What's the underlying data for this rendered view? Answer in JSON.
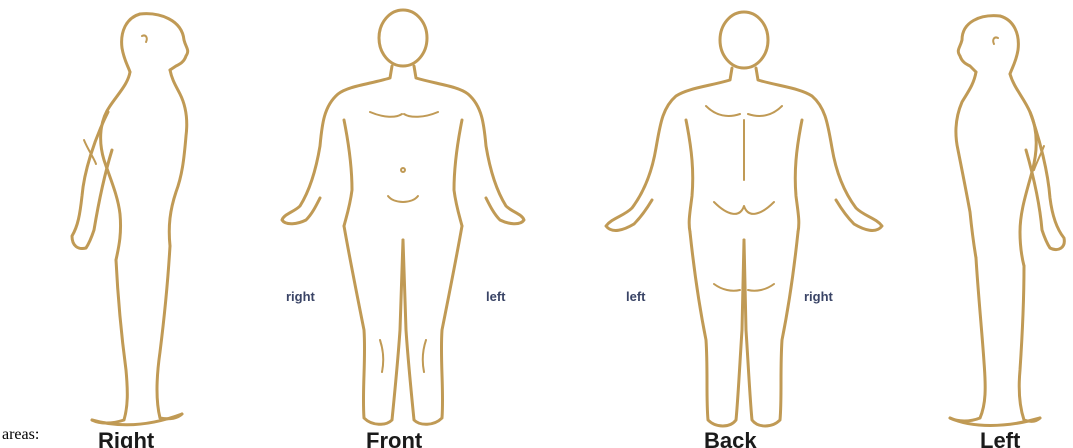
{
  "figures": {
    "right_view": {
      "label": "Right"
    },
    "front_view": {
      "label": "Front",
      "side_left_label": "right",
      "side_right_label": "left"
    },
    "back_view": {
      "label": "Back",
      "side_left_label": "left",
      "side_right_label": "right"
    },
    "left_view": {
      "label": "Left"
    }
  },
  "caption": "areas:",
  "colors": {
    "outline": "#c09a55",
    "label": "#1a1a1a",
    "side_label": "#3a4466"
  }
}
